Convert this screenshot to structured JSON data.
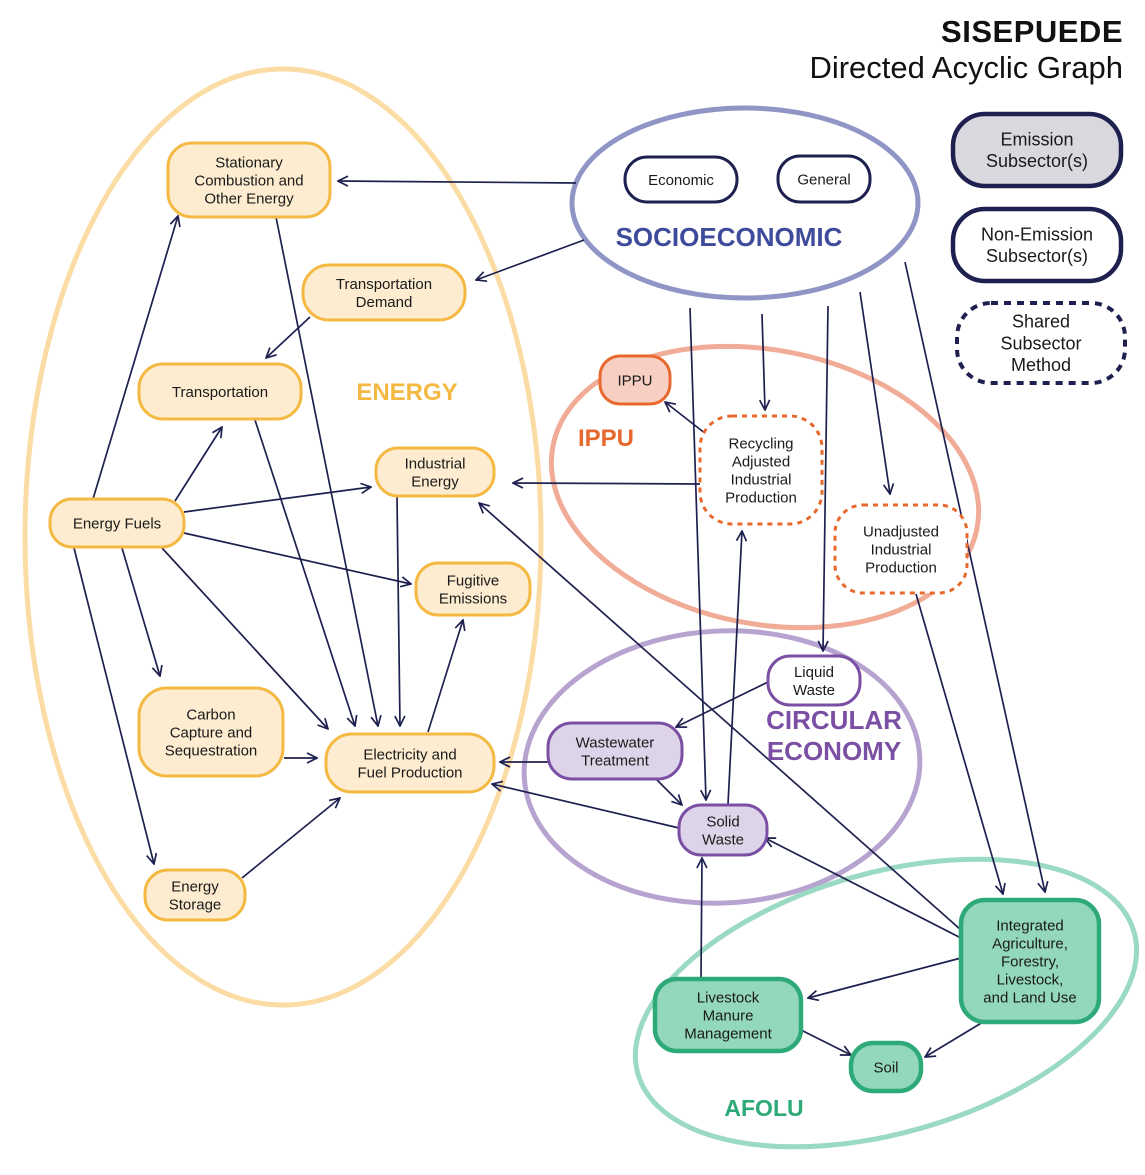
{
  "title": {
    "main": "SISEPUEDE",
    "sub": "Directed Acyclic Graph"
  },
  "colors": {
    "energy": "#f4b942",
    "energy_fill": "#fdecd0",
    "energy_ring": "#fbdca4",
    "socio": "#8f96c6",
    "socio_text": "#3e4a9a",
    "ippu": "#e8692e",
    "ippu_fill": "#f7cfc3",
    "ippu_ring": "#f1ac98",
    "circular": "#7b4fa3",
    "circular_fill": "#ddd4ea",
    "circular_ring": "#b7a3cf",
    "afolu": "#2daa78",
    "afolu_fill": "#93d8bc",
    "afolu_ring": "#9ad9c3",
    "navy": "#1e2150",
    "legend_fill": "#d8d8de"
  },
  "groups": {
    "energy": "ENERGY",
    "socio": "SOCIOECONOMIC",
    "ippu": "IPPU",
    "circular": [
      "CIRCULAR",
      "ECONOMY"
    ],
    "afolu": "AFOLU"
  },
  "nodes": {
    "stationary": [
      "Stationary",
      "Combustion and",
      "Other Energy"
    ],
    "transport_demand": [
      "Transportation",
      "Demand"
    ],
    "transportation": [
      "Transportation"
    ],
    "industrial_energy": [
      "Industrial",
      "Energy"
    ],
    "energy_fuels": [
      "Energy Fuels"
    ],
    "fugitive": [
      "Fugitive",
      "Emissions"
    ],
    "ccs": [
      "Carbon",
      "Capture and",
      "Sequestration"
    ],
    "elec_fuel": [
      "Electricity and",
      "Fuel Production"
    ],
    "energy_storage": [
      "Energy",
      "Storage"
    ],
    "economic": [
      "Economic"
    ],
    "general": [
      "General"
    ],
    "ippu": [
      "IPPU"
    ],
    "recycling": [
      "Recycling",
      "Adjusted",
      "Industrial",
      "Production"
    ],
    "unadjusted": [
      "Unadjusted",
      "Industrial",
      "Production"
    ],
    "liquid_waste": [
      "Liquid",
      "Waste"
    ],
    "wastewater": [
      "Wastewater",
      "Treatment"
    ],
    "solid_waste": [
      "Solid",
      "Waste"
    ],
    "integrated_afolu": [
      "Integrated",
      "Agriculture,",
      "Forestry,",
      "Livestock,",
      "and Land Use"
    ],
    "livestock_manure": [
      "Livestock",
      "Manure",
      "Management"
    ],
    "soil": [
      "Soil"
    ]
  },
  "legend": {
    "emission": [
      "Emission",
      "Subsector(s)"
    ],
    "non_emission": [
      "Non-Emission",
      "Subsector(s)"
    ],
    "shared": [
      "Shared",
      "Subsector",
      "Method"
    ]
  }
}
